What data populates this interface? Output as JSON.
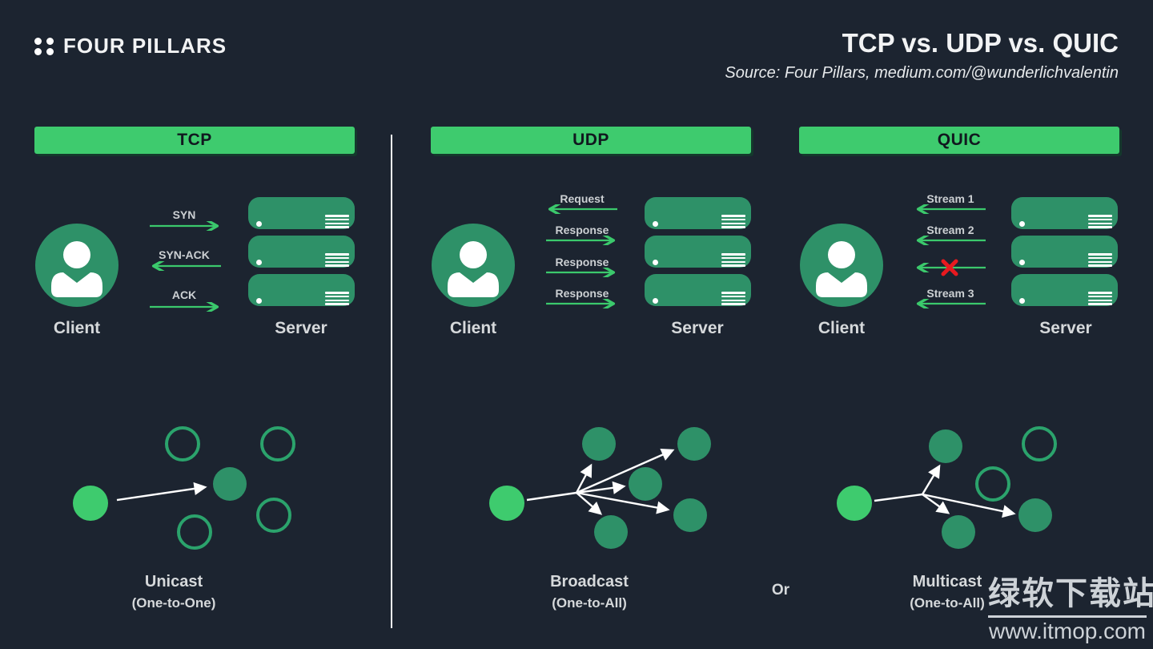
{
  "colors": {
    "bg": "#1c2430",
    "bright_green": "#3ecb6e",
    "mid_green": "#2e9168",
    "ring_green": "#2ba36c",
    "arrow_green": "#3bc96c",
    "text_light": "#f2f3f4",
    "text_gray": "#d6d9db",
    "label_gray": "#ccd0d3",
    "header_text": "#11181f",
    "blocked_red": "#e8191f",
    "watermark_gray": "#cdd2d7"
  },
  "topbar": {
    "logo_text": "FOUR PILLARS",
    "title": "TCP vs. UDP vs. QUIC",
    "source": "Source: Four Pillars, medium.com/@wunderlichvalentin"
  },
  "columns": [
    {
      "header": "TCP",
      "client_label": "Client",
      "server_label": "Server",
      "messages": [
        {
          "label": "SYN",
          "direction": "right",
          "blocked": false
        },
        {
          "label": "SYN-ACK",
          "direction": "left",
          "blocked": false
        },
        {
          "label": "ACK",
          "direction": "right",
          "blocked": false
        }
      ],
      "cast": {
        "title": "Unicast",
        "subtitle": "(One-to-One)"
      }
    },
    {
      "header": "UDP",
      "client_label": "Client",
      "server_label": "Server",
      "messages": [
        {
          "label": "Request",
          "direction": "left",
          "blocked": false
        },
        {
          "label": "Response",
          "direction": "right",
          "blocked": false
        },
        {
          "label": "Response",
          "direction": "right",
          "blocked": false
        },
        {
          "label": "Response",
          "direction": "right",
          "blocked": false
        }
      ],
      "cast": {
        "title": "Broadcast",
        "subtitle": "(One-to-All)"
      }
    },
    {
      "header": "QUIC",
      "client_label": "Client",
      "server_label": "Server",
      "messages": [
        {
          "label": "Stream 1",
          "direction": "left",
          "blocked": false
        },
        {
          "label": "Stream 2",
          "direction": "left",
          "blocked": false
        },
        {
          "label": "",
          "direction": "left",
          "blocked": true
        },
        {
          "label": "Stream 3",
          "direction": "left",
          "blocked": false
        }
      ],
      "cast": {
        "title": "Multicast",
        "subtitle": "(One-to-All)"
      }
    }
  ],
  "or_label": "Or",
  "watermark": {
    "site_name": "绿软下载站",
    "site_url": "www.itmop.com"
  }
}
